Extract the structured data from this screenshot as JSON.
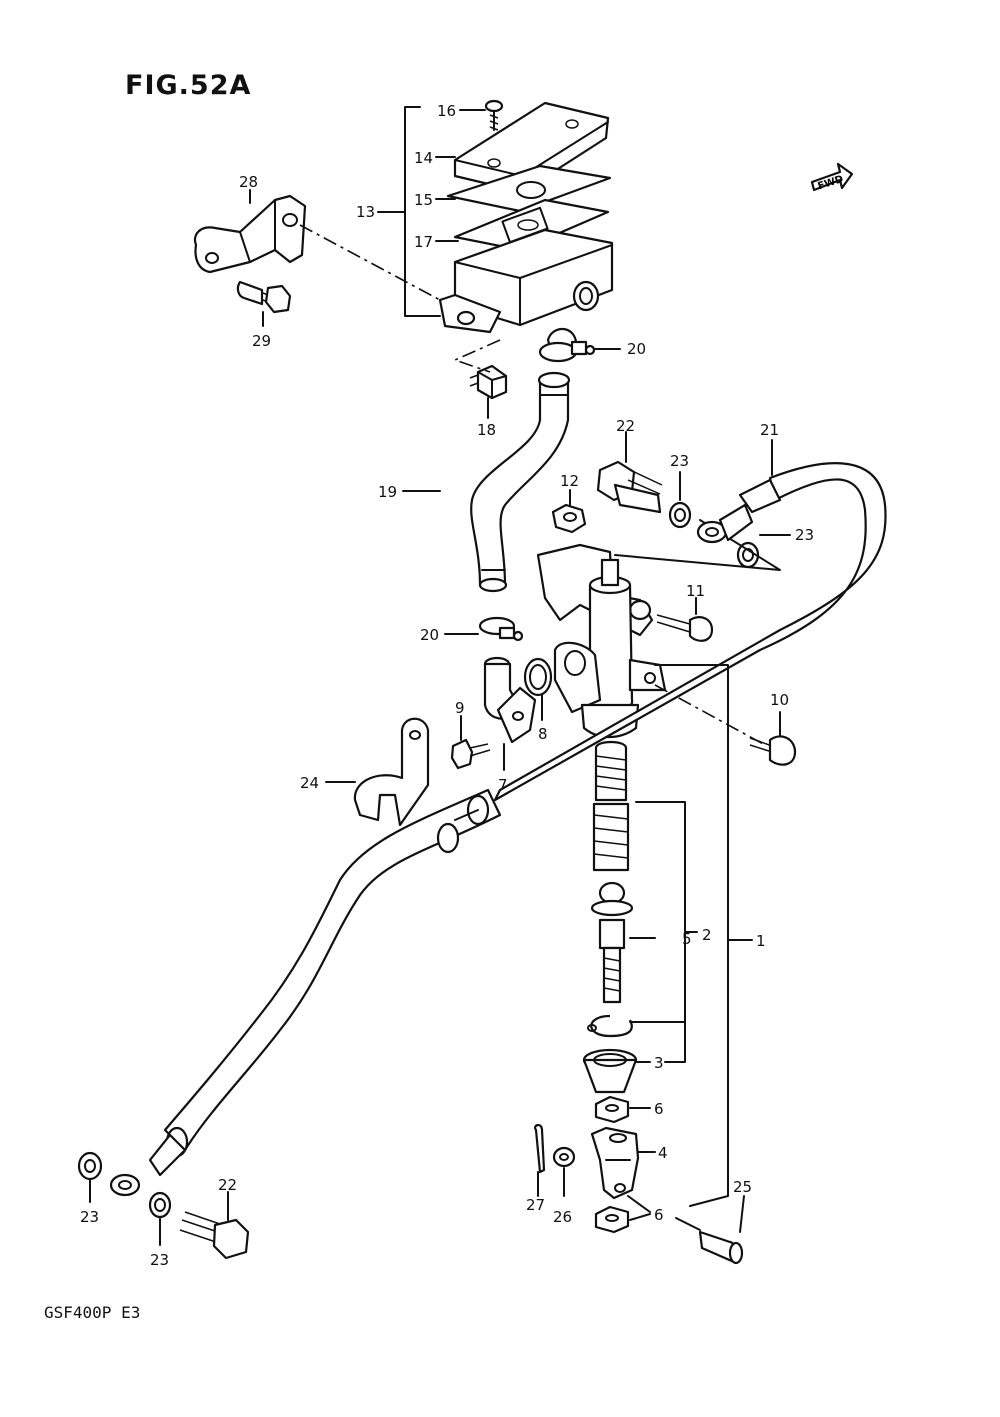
{
  "figure_title": "FIG.52A",
  "model_code": "GSF400P E3",
  "fwd_badge": "FWD",
  "callouts": {
    "c1": "1",
    "c2": "2",
    "c3": "3",
    "c4": "4",
    "c5": "5",
    "c6a": "6",
    "c6b": "6",
    "c7": "7",
    "c8": "8",
    "c9": "9",
    "c10": "10",
    "c11": "11",
    "c12": "12",
    "c13": "13",
    "c14": "14",
    "c15": "15",
    "c16": "16",
    "c17": "17",
    "c18": "18",
    "c19": "19",
    "c20a": "20",
    "c20b": "20",
    "c21": "21",
    "c22a": "22",
    "c22b": "22",
    "c23a": "23",
    "c23b": "23",
    "c23c": "23",
    "c23d": "23",
    "c24": "24",
    "c25": "25",
    "c26": "26",
    "c27": "27",
    "c28": "28",
    "c29": "29"
  }
}
